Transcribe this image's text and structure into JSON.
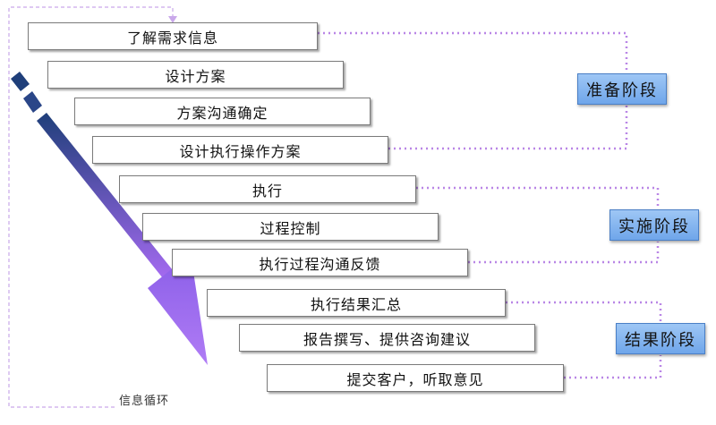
{
  "steps": [
    "了解需求信息",
    "设计方案",
    "方案沟通确定",
    "设计执行操作方案",
    "执行",
    "过程控制",
    "执行过程沟通反馈",
    "执行结果汇总",
    "报告撰写、提供咨询建议",
    "提交客户，听取意见"
  ],
  "phases": [
    "准备阶段",
    "实施阶段",
    "结果阶段"
  ],
  "loop_label": "信息循环",
  "colors": {
    "phase_box": "#7fb2ef",
    "connector": "#b986e6",
    "arrow_top": "#1f3f7a",
    "arrow_bottom": "#a46af0",
    "loop_line": "#c9a8ea"
  }
}
